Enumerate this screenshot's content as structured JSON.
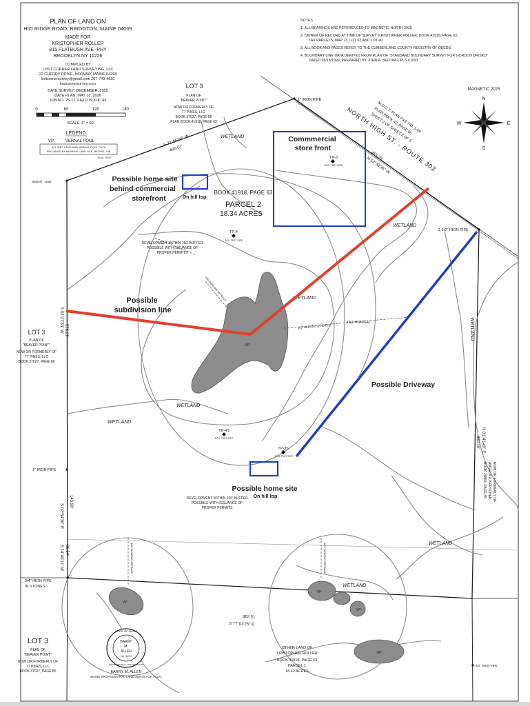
{
  "title_block": {
    "plan_title": "PLAN OF LAND ON",
    "address": "HIO RIDGE ROAD, BRIDGTON, MAINE 04009",
    "made_for": "MADE FOR",
    "owner_name": "KRISTOPHER ROLLER",
    "owner_street": "815 FLATBUSH AVE.-PHY",
    "owner_city": "BROOKLYN NY 11226",
    "compiled_by": "COMPILED BY",
    "surveyor_firm": "LOST CORNER LAND SURVEYING, LLC",
    "surveyor_street": "22 CHERRY DRIVE, NORWAY, MAINE 04268",
    "surveyor_contact": "lostcornersurvey@gmail.com   207-749-4630",
    "surveyor_web": "lostcornersurvey.com",
    "date_survey": "DATE SURVEY: DECEMBER, 2025",
    "date_plan": "DATE PLAN: MAY 18, 2026",
    "job_no": "JOB NO. 25-77, FIELD BOOK: 49"
  },
  "scale_bar": {
    "ticks": [
      "0",
      "60",
      "120",
      "180"
    ],
    "caption": "SCALE: 1\" = 60'"
  },
  "legend": {
    "heading": "LEGEND",
    "vp_symbol": "VP",
    "vp_text": "VERNAL POOL",
    "note_line1": "ALL WET LAND AND VERNAL POOL DATA",
    "note_line2": "PROVIDED BY MURPHY LAND USE, BETHEL, ME",
    "soil_test": "SOIL TEST"
  },
  "notes": {
    "heading": "NOTES",
    "items": [
      "1.  ALL BEARINGS ARE REFERENCED TO MAGNETIC NORTH 2025",
      "2.  OWNER OF RECORD AT TIME OF SURVEY: KRISTOPHER ROLLER, BOOK 41918, PAGE 63,",
      "TAX PARCELS: MAP 13, LOT 63 AND LOT 40.",
      "3.  ALL BOOK AND PAGES REFER TO THE CUMBERLAND COUNTY REGISTRY OF DEEDS.",
      "4.  BOUNDARY LINE DATA DERIVED FROM PLAN OF \"STANDARD BOUNDARY SURVEY FOR GORDON DRISKO\"",
      "DATED 05/18/1999, PREPARED BY JOHN A. BELDING, PLS #1093."
    ]
  },
  "north_arrow": {
    "label": "MAGNETIC 2025",
    "n": "N",
    "s": "S",
    "e": "E",
    "w": "W"
  },
  "road": {
    "name": "NORTH HIGH ST. - ROUTE 302",
    "mdot_line1": "M.D.O.T. PLAN FILE NO. 3-69",
    "mdot_line2": "PLAN BOOK 42, PAGE 66",
    "mdot_line3": "SHEET 2 OF SHEET 3 OF 5"
  },
  "adjacent": {
    "lot3_top_title": "LOT 3",
    "lot3_top_lines": [
      "PLAN OF",
      "\"BEAVER POINT\"",
      "NOW OR FORMERLY OF",
      "77 PINES, LLC",
      "BOOK 37027, PAGE 86",
      "PLAN BOOK 41918, PAGE 63"
    ],
    "lot3_left_title": "LOT 3",
    "lot3_left_lines": [
      "PLAN OF",
      "\"BEAVER POINT\"",
      "NOW OR FORMERLY OF",
      "77 PINES, LLC",
      "BOOK 37027, PAGE 86"
    ],
    "lot3_bottom_title": "LOT 3",
    "lot3_bottom_lines": [
      "PLAN OF",
      "\"BEAVER POINT\"",
      "NOW OR FORMERLY OF",
      "77 PINES, LLC",
      "BOOK 37027, PAGE 86"
    ],
    "other_land_lines": [
      "OTHER LAND OF",
      "KRISTOPHER ROLLER",
      "BOOK 41918, PAGE 63",
      "PARCEL 1",
      "18.42 ACRES"
    ],
    "east_abutter_lines": [
      "NOW OR FORMERLY OF",
      "ANGELA P. KERSCHER",
      "BOOK 28864, PAGE 65"
    ]
  },
  "parcel": {
    "book": "BOOK 41918, PAGE 63",
    "name": "PARCEL 2",
    "acres": "18.34 ACRES"
  },
  "bearings": {
    "north_1": "S 71°55'02\" W",
    "north_1_dist": "495.07'",
    "road_1": "N 53°33'35\" W",
    "road_1_dist": "455.75'",
    "west_1": "S 02°27'33\" W",
    "west_1_dist": "578.21'",
    "west_2": "S 02°54'36\" E",
    "west_2_dist": "143.98'",
    "west_3": "S 14°40'11\" W",
    "west_3_dist": "86.54'",
    "south_1": "S 77°03'25\" E",
    "south_1_dist": "862.51'",
    "east_1": "N 01°41'49\" E",
    "east_1_dist": "882.10'"
  },
  "monuments": {
    "iron_pipe_top": "1\" IRON PIPE",
    "rebar": "REBAR \"1093\"",
    "iron_pipe_east": "1-1/2\" IRON PIPE",
    "iron_pipe_west": "1\" IRON PIPE",
    "iron_pipe_stones_1": "3/4\" IRON PIPE",
    "iron_pipe_stones_2": "IN STONES",
    "iron_pipe_se": "3/4\" IRON PIPE"
  },
  "soil_tests": {
    "tp3": "TP-3",
    "tp4": "TP-4",
    "tp4s": "TP-4S",
    "tp3s": "TP-3S",
    "site_label": "SOIL TEST SITE"
  },
  "wetland_label": "WETLAND",
  "vp_label": "VP",
  "buffer": {
    "label_150": "150' BUFFER",
    "label_100": "100' WINDOW SETBACK",
    "dev_note_top": [
      "DEVELOPMENT WITHIN 150' BUFFER",
      "POSSIBLE WITH ISSUANCE OF",
      "PROPER PERMITS"
    ],
    "dev_note_bottom": [
      "DEVELOPMENT WITHIN 150' BUFFER",
      "POSSIBLE WITH ISSUANCE OF",
      "PROPER PERMITS"
    ]
  },
  "annotations": {
    "commercial_1": "Commmercial",
    "commercial_2": "store front",
    "home_site_top_1": "Possible home site",
    "home_site_top_2": "behind commercial",
    "home_site_top_3": "storefront",
    "on_hill_top_1": "On hill top",
    "subdivision_1": "Possible",
    "subdivision_2": "subdivision line",
    "driveway": "Possible Driveway",
    "home_site_bottom": "Possible home site",
    "on_hill_top_2": "On hill top"
  },
  "seal": {
    "ring_top": "STATE OF MAINE",
    "name_1": "BARRY",
    "name_2": "M.",
    "name_3": "ALLEN",
    "number": "No. 1271",
    "ring_bottom": "PROFESSIONAL LAND SURVEYOR",
    "caption_name": "BARRY M. ALLEN",
    "caption_title": "MAINE PROFESSIONAL LAND SURVEYOR #1271"
  },
  "colors": {
    "annotation_blue": "#1f3fc4",
    "annotation_red": "#e0402c",
    "wetland_fill": "#8c8c8c",
    "line_gray": "#888888"
  }
}
